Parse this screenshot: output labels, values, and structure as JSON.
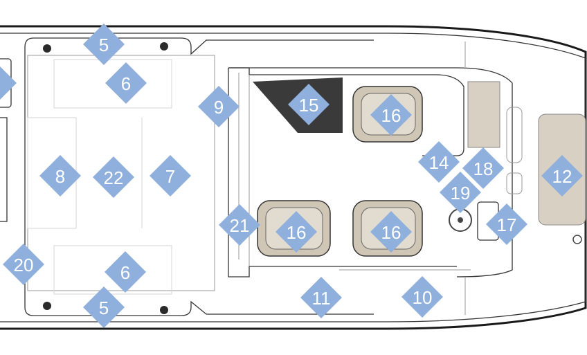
{
  "colors": {
    "marker": "#8fb0dc",
    "marker_text": "#ffffff",
    "seat_fill": "#cfc6b6",
    "cushion_fill": "#d8d0c2",
    "dark_panel": "#3a3a3a"
  },
  "markers": [
    {
      "id": "m5-top",
      "label": "5"
    },
    {
      "id": "m6-top",
      "label": "6"
    },
    {
      "id": "m9",
      "label": "9"
    },
    {
      "id": "m15",
      "label": "15"
    },
    {
      "id": "m16-top",
      "label": "16"
    },
    {
      "id": "m8",
      "label": "8"
    },
    {
      "id": "m22",
      "label": "22"
    },
    {
      "id": "m7",
      "label": "7"
    },
    {
      "id": "m14",
      "label": "14"
    },
    {
      "id": "m18",
      "label": "18"
    },
    {
      "id": "m12",
      "label": "12"
    },
    {
      "id": "m19",
      "label": "19"
    },
    {
      "id": "m21",
      "label": "21"
    },
    {
      "id": "m16-left",
      "label": "16"
    },
    {
      "id": "m16-right",
      "label": "16"
    },
    {
      "id": "m17",
      "label": "17"
    },
    {
      "id": "m20",
      "label": "20"
    },
    {
      "id": "m6-bottom",
      "label": "6"
    },
    {
      "id": "m11",
      "label": "11"
    },
    {
      "id": "m10",
      "label": "10"
    },
    {
      "id": "m5-bottom",
      "label": "5"
    },
    {
      "id": "m-edge",
      "label": ""
    }
  ]
}
